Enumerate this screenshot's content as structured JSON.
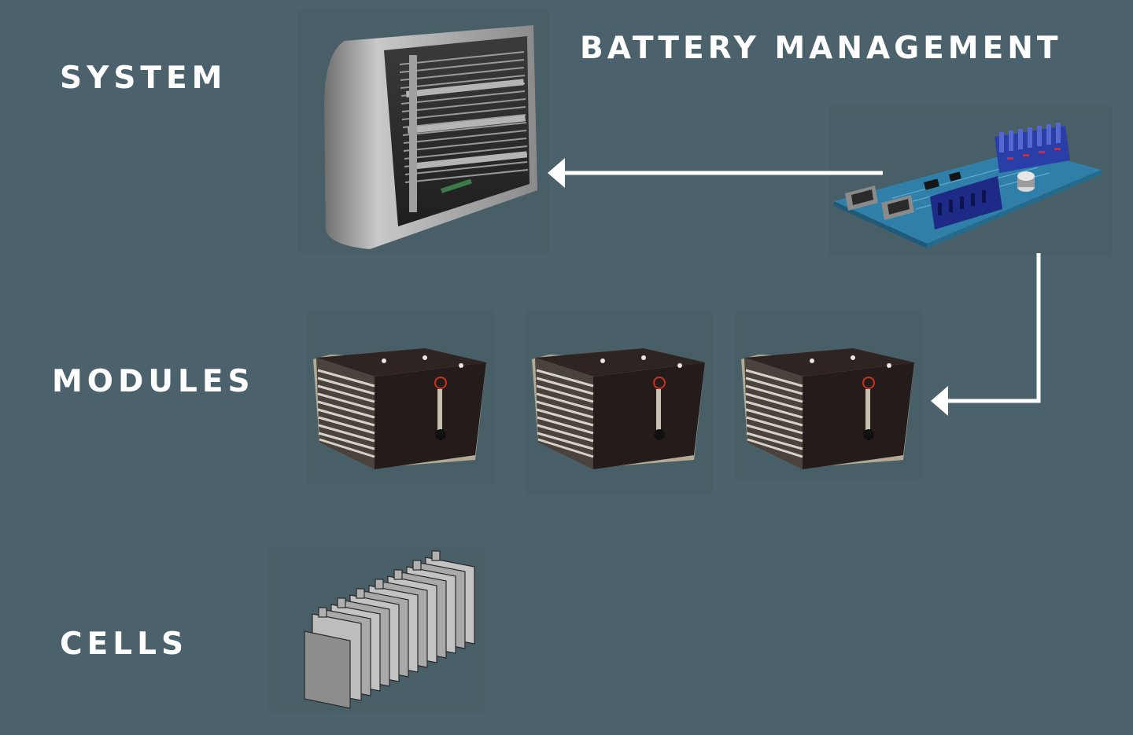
{
  "labels": {
    "system": "SYSTEM",
    "battery_management": "BATTERY MANAGEMENT",
    "modules": "MODULES",
    "cells": "CELLS"
  },
  "colors": {
    "background": "#4b616b",
    "tile": "#495f67",
    "text": "#ffffff",
    "arrow": "#ffffff"
  },
  "images": {
    "system": "battery-system-cabinet",
    "battery_management": "bms-circuit-board",
    "modules": [
      "battery-module",
      "battery-module",
      "battery-module"
    ],
    "cells": "battery-cells-stack"
  },
  "connections": [
    {
      "from": "battery_management",
      "to": "system"
    },
    {
      "from": "battery_management",
      "to": "modules"
    }
  ]
}
